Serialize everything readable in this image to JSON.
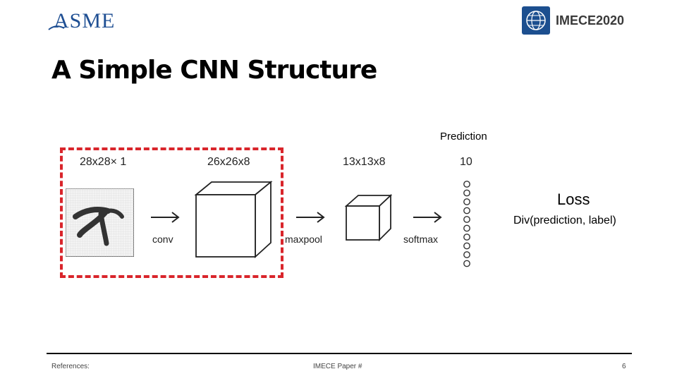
{
  "header": {
    "left_logo_text": "ASME",
    "right_logo_text": "IMECE2020"
  },
  "title": "A Simple CNN Structure",
  "diagram": {
    "prediction_label": "Prediction",
    "loss_label": "Loss",
    "loss_formula": "Div(prediction, label)",
    "input_dim": "28x28× 1",
    "conv_dim": "26x26x8",
    "pool_dim": "13x13x8",
    "output_dim": "10",
    "op_conv": "conv",
    "op_maxpool": "maxpool",
    "op_softmax": "softmax",
    "highlight_color": "#d9252b"
  },
  "footer": {
    "references": "References:",
    "paper": "IMECE Paper #",
    "page_number": "6"
  }
}
